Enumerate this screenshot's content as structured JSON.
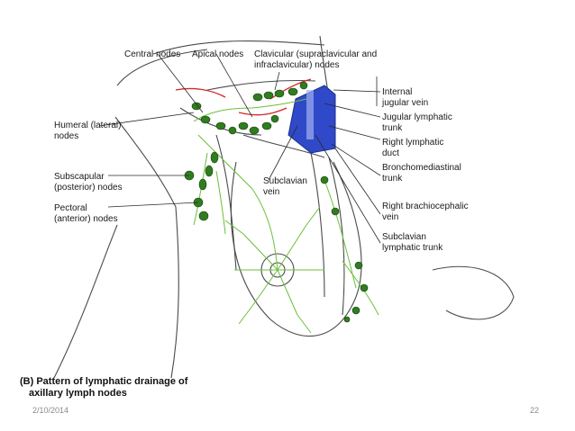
{
  "labels": {
    "central_nodes": "Central nodes",
    "apical_nodes": "Apical nodes",
    "clavicular_line1": "Clavicular (supraclavicular and",
    "clavicular_line2": "infraclavicular) nodes",
    "humeral_line1": "Humeral (lateral)",
    "humeral_line2": "nodes",
    "subscapular_line1": "Subscapular",
    "subscapular_line2": "(posterior) nodes",
    "pectoral_line1": "Pectoral",
    "pectoral_line2": "(anterior) nodes",
    "subclavian_vein_line1": "Subclavian",
    "subclavian_vein_line2": "vein",
    "internal_jugular_line1": "Internal",
    "internal_jugular_line2": "jugular vein",
    "jugular_trunk_line1": "Jugular lymphatic",
    "jugular_trunk_line2": "trunk",
    "right_duct_line1": "Right lymphatic",
    "right_duct_line2": "duct",
    "broncho_line1": "Bronchomediastinal",
    "broncho_line2": "trunk",
    "brachio_line1": "Right brachiocephalic",
    "brachio_line2": "vein",
    "subclavian_trunk_line1": "Subclavian",
    "subclavian_trunk_line2": "lymphatic trunk"
  },
  "caption": {
    "line1": "(B) Pattern of lymphatic drainage of",
    "line2": "axillary lymph nodes"
  },
  "footer": {
    "date": "2/10/2014",
    "page": "22"
  },
  "colors": {
    "node_green": "#2f7d1e",
    "vessel_green": "#6bbf3a",
    "arrow_red": "#d12a2a",
    "vein_blue": "#2f49c8",
    "outline": "#444444"
  }
}
